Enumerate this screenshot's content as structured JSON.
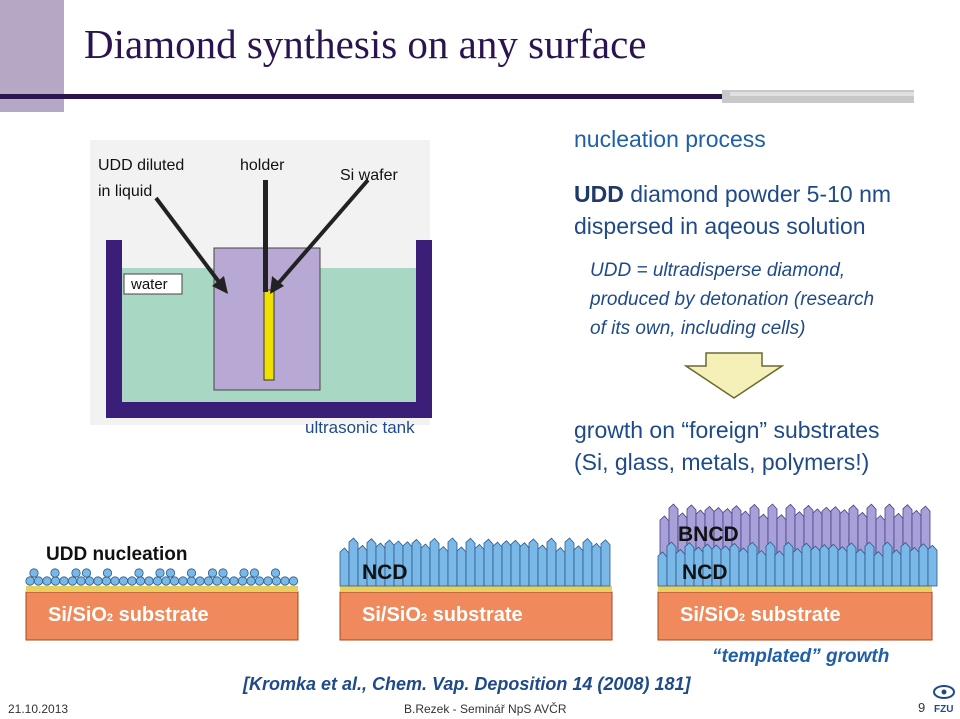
{
  "slide": {
    "title": "Diamond synthesis on any surface",
    "heading": "nucleation process",
    "para1_bold": "UDD",
    "para1_rest_line1": " diamond powder 5-10 nm",
    "para1_line2": "dispersed in aqeous solution",
    "para2_line1": "UDD = ultradisperse diamond,",
    "para2_line2": "produced by detonation (research",
    "para2_line3": "of its own, including cells)",
    "para3_line1_a": "growth on ",
    "para3_line1_b": "“foreign”",
    "para3_line1_c": " substrates",
    "para3_line2": "(Si, glass, metals, polymers!)"
  },
  "setup_diagram": {
    "label_udd_line1": "UDD diluted",
    "label_udd_line2": "in liquid",
    "label_holder": "holder",
    "label_si": "Si wafer",
    "label_water": "water",
    "label_tank": "ultrasonic tank"
  },
  "growth_diagram": {
    "panel1_label": "UDD nucleation",
    "panel2_label": "NCD",
    "panel3_label_top": "BNCD",
    "panel3_label_bottom": "NCD",
    "substrate_main": "Si/SiO",
    "substrate_sub": "2",
    "substrate_rest": " substrate",
    "templated": "“templated” growth"
  },
  "citation": "[Kromka et al., Chem. Vap. Deposition 14 (2008) 181]",
  "footer": {
    "date": "21.10.2013",
    "author": "B.Rezek - Seminář NpS AVČR",
    "page": "9",
    "logo_text": "FZU"
  },
  "colors": {
    "title": "#2a1450",
    "accent_purple": "#2a1450",
    "water": "#a8d8c4",
    "holder": "#b8a8d4",
    "wafer": "#f0e000",
    "substrate": "#f08a5d",
    "ncd": "#7ab8e8",
    "bncd": "#a8a0d8"
  }
}
